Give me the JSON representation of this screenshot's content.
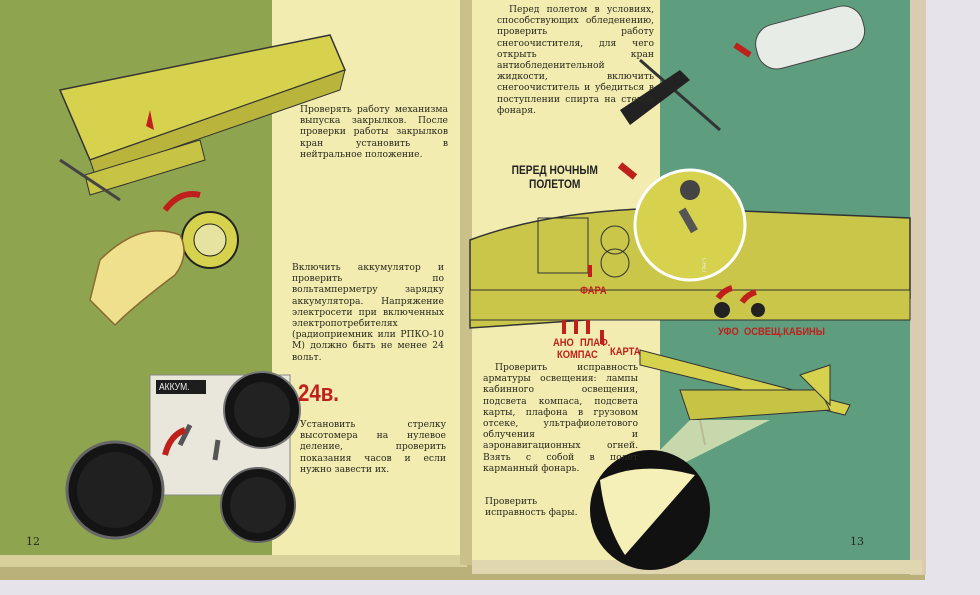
{
  "left_page": {
    "page_number": "12",
    "flaps_text": "Проверять работу механизма выпуска закрылков. После проверки работы закрылков кран установить в нейтральное положение.",
    "battery_text": "Включить аккумулятор и проверить по вольтамперметру зарядку аккумулятора. Напряжение электросети при включенных электропотребителях (радиоприемник или РПКО-10 М) должно быть не менее 24 вольт.",
    "voltage_label": "24в.",
    "switch_label": "АККУМ.",
    "altimeter_text": "Установить стрелку высотомера на нулевое деление, проверить показания часов и если нужно завести их."
  },
  "right_page": {
    "page_number": "13",
    "deicing_text": "Перед полетом в условиях, способствующих обледенению, проверить работу снегоочистителя, для чего открыть кран антиобледенительной жидкости, включить снегоочиститель и убедиться в поступлении спирта на стекло фонаря.",
    "night_heading": "ПЕРЕД НОЧНЫМ ПОЛЕТОМ",
    "panel_labels": {
      "fara": "ФАРА",
      "ano": "АНО",
      "plaf": "ПЛАФ.",
      "kompas": "КОМПАС",
      "karta": "КАРТА",
      "ufo": "УФО",
      "osvesch": "ОСВЕЩ.КАБИНЫ",
      "sneg": "СНЕГ"
    },
    "lighting_text": "Проверить исправность арматуры освещения: лампы кабинного освещения, подсвета компаса, подсвета карты, плафона в грузовом отсеке, ультрафиолетового облучения и аэронавигационных огней. Взять с собой в полет карманный фонарь.",
    "headlight_text": "Проверить исправность фары."
  },
  "colors": {
    "green": "#8fa44e",
    "cream": "#f2ecb0",
    "teal": "#5e9e7e",
    "red": "#c0201c",
    "panel": "#c9c64a"
  }
}
